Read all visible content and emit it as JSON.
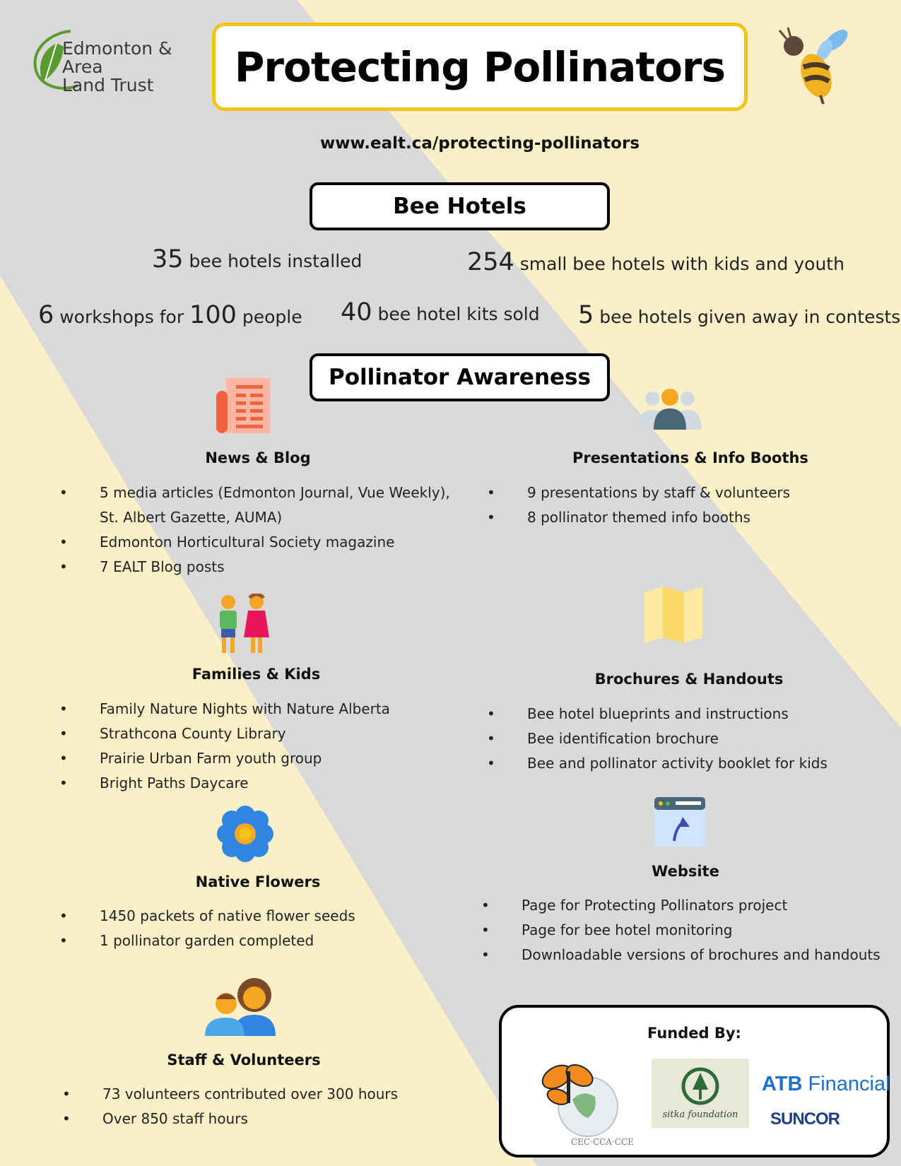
{
  "org": {
    "line1": "Edmonton & Area",
    "line2": "Land Trust"
  },
  "title": "Protecting Pollinators",
  "url": "www.ealt.ca/protecting-pollinators",
  "bee_hotels": {
    "heading": "Bee Hotels",
    "stats": [
      {
        "num": "35",
        "text": "bee hotels installed"
      },
      {
        "num": "254",
        "text": "small bee hotels with kids and youth"
      },
      {
        "num": "6",
        "text": "workshops for",
        "num2": "100",
        "text2": "people"
      },
      {
        "num": "40",
        "text": "bee hotel kits sold"
      },
      {
        "num": "5",
        "text": "bee hotels given away in contests"
      }
    ]
  },
  "awareness": {
    "heading": "Pollinator Awareness",
    "news": {
      "title": "News & Blog",
      "items": [
        "5 media articles (Edmonton Journal, Vue Weekly), St. Albert Gazette, AUMA)",
        "Edmonton Horticultural Society magazine",
        "7 EALT Blog posts"
      ]
    },
    "presentations": {
      "title": "Presentations & Info Booths",
      "items": [
        "9 presentations by staff & volunteers",
        "8 pollinator themed info booths"
      ]
    },
    "families": {
      "title": "Families & Kids",
      "items": [
        "Family Nature Nights with Nature Alberta",
        "Strathcona County Library",
        "Prairie Urban Farm youth group",
        "Bright Paths Daycare"
      ]
    },
    "brochures": {
      "title": "Brochures & Handouts",
      "items": [
        "Bee hotel blueprints and instructions",
        "Bee identification brochure",
        "Bee and pollinator activity booklet for kids"
      ]
    },
    "flowers": {
      "title": "Native Flowers",
      "items": [
        "1450 packets of native flower seeds",
        "1 pollinator garden completed"
      ]
    },
    "website": {
      "title": "Website",
      "items": [
        "Page for Protecting Pollinators project",
        "Page for bee hotel monitoring",
        "Downloadable versions of brochures and handouts"
      ]
    },
    "staff": {
      "title": "Staff & Volunteers",
      "items": [
        "73 volunteers contributed over 300 hours",
        "Over 850 staff hours"
      ]
    }
  },
  "funded": {
    "title": "Funded By:",
    "cec": "CEC·CCA·CCE",
    "sitka": "sitka foundation",
    "atb": "ATB",
    "atb2": "Financial",
    "suncor": "SUNCOR"
  },
  "bullet": "•",
  "colors": {
    "accent_yellow": "#f2c31a",
    "bg_cream": "#fbefc8",
    "bg_grey": "#d9d9d9",
    "leaf_green": "#5a9a2e"
  }
}
